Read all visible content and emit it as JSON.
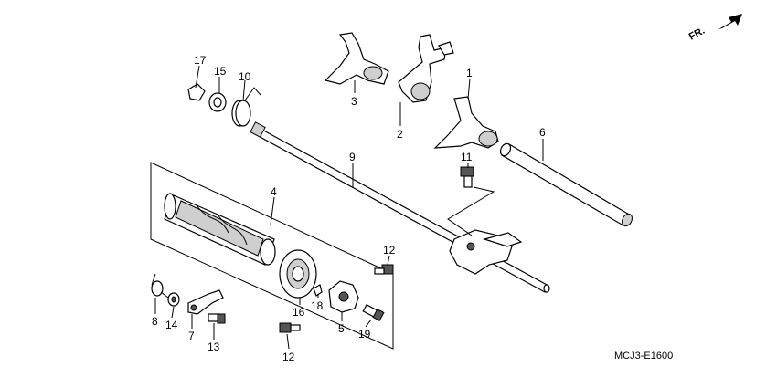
{
  "diagram": {
    "direction_label": "FR.",
    "code": "MCJ3-E1600",
    "callouts": [
      {
        "id": "c17",
        "text": "17"
      },
      {
        "id": "c15",
        "text": "15"
      },
      {
        "id": "c10",
        "text": "10"
      },
      {
        "id": "c3",
        "text": "3"
      },
      {
        "id": "c2",
        "text": "2"
      },
      {
        "id": "c1",
        "text": "1"
      },
      {
        "id": "c6",
        "text": "6"
      },
      {
        "id": "c9",
        "text": "9"
      },
      {
        "id": "c11",
        "text": "11"
      },
      {
        "id": "c4",
        "text": "4"
      },
      {
        "id": "c12a",
        "text": "12"
      },
      {
        "id": "c16",
        "text": "16"
      },
      {
        "id": "c18",
        "text": "18"
      },
      {
        "id": "c5",
        "text": "5"
      },
      {
        "id": "c19",
        "text": "19"
      },
      {
        "id": "c8",
        "text": "8"
      },
      {
        "id": "c14",
        "text": "14"
      },
      {
        "id": "c7",
        "text": "7"
      },
      {
        "id": "c13",
        "text": "13"
      },
      {
        "id": "c12b",
        "text": "12"
      }
    ]
  }
}
